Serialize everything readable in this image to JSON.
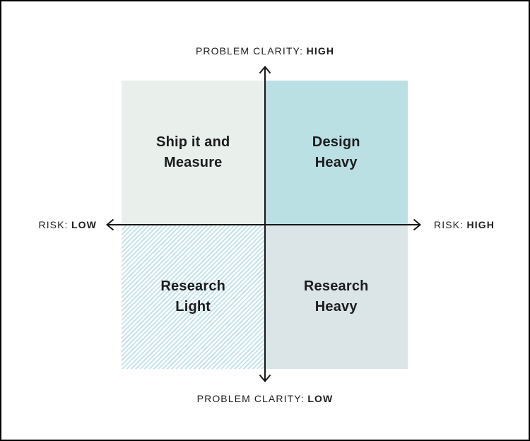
{
  "diagram": {
    "axes": {
      "vertical": {
        "top": {
          "prefix": "PROBLEM CLARITY:",
          "value": "HIGH"
        },
        "bottom": {
          "prefix": "PROBLEM CLARITY:",
          "value": "LOW"
        }
      },
      "horizontal": {
        "left": {
          "prefix": "RISK:",
          "value": "LOW"
        },
        "right": {
          "prefix": "RISK:",
          "value": "HIGH"
        }
      }
    },
    "quadrants": [
      {
        "position": "top-left",
        "label": "Ship it and Measure",
        "lines": [
          "Ship it and",
          "Measure"
        ],
        "fill": "#e9f0ec",
        "pattern": "solid"
      },
      {
        "position": "top-right",
        "label": "Design Heavy",
        "lines": [
          "Design",
          "Heavy"
        ],
        "fill": "#bae0e4",
        "pattern": "solid"
      },
      {
        "position": "bottom-left",
        "label": "Research Light",
        "lines": [
          "Research",
          "Light"
        ],
        "fill": "#ffffff",
        "pattern": "diagonal-hatch"
      },
      {
        "position": "bottom-right",
        "label": "Research Heavy",
        "lines": [
          "Research",
          "Heavy"
        ],
        "fill": "#dbe5e7",
        "pattern": "solid"
      }
    ],
    "colors": {
      "q-tl": "#e9f0ec",
      "q-tr": "#bae0e4",
      "q-br": "#dbe5e7",
      "hatch-stripe": "#c3e4ea",
      "hatch-bg": "#ffffff",
      "axis": "#161616",
      "ink": "#1c1c1e"
    }
  }
}
